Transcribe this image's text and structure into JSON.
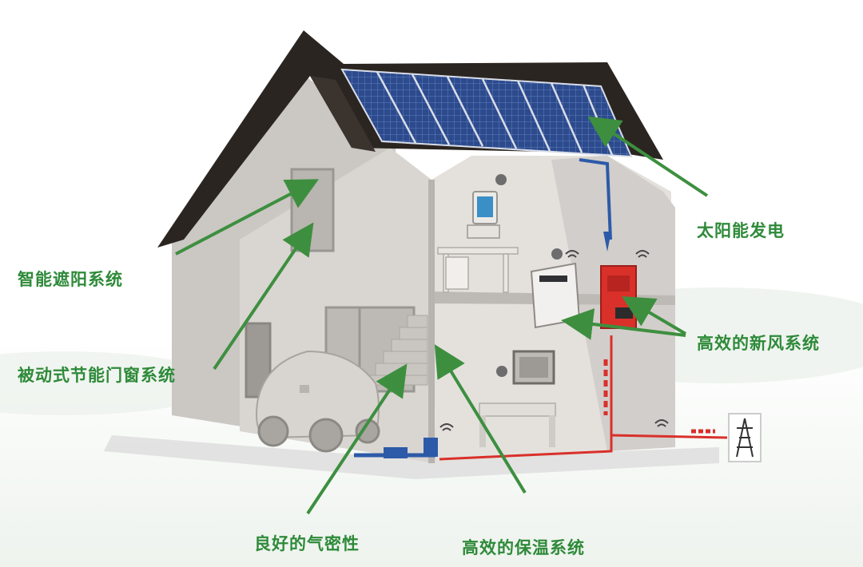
{
  "labels": {
    "smart_shading": "智能遮阳系统",
    "passive_windows": "被动式节能门窗系统",
    "airtightness": "良好的气密性",
    "insulation": "高效的保温系统",
    "solar_power": "太阳能发电",
    "fresh_air": "高效的新风系统"
  },
  "colors": {
    "arrow": "#3d8f3f",
    "label": "#2e8a39",
    "roof": "#2b2521",
    "wall": "#d7d3cf",
    "solar_panel": "#2c4a8c",
    "pipe_red": "#d9302a",
    "pipe_blue": "#2d5aa8"
  },
  "icons": [
    "wifi-icon",
    "power-tower-icon",
    "car-icon",
    "tablet-icon",
    "tv-icon",
    "inverter-icon",
    "fresh-air-unit-icon"
  ]
}
